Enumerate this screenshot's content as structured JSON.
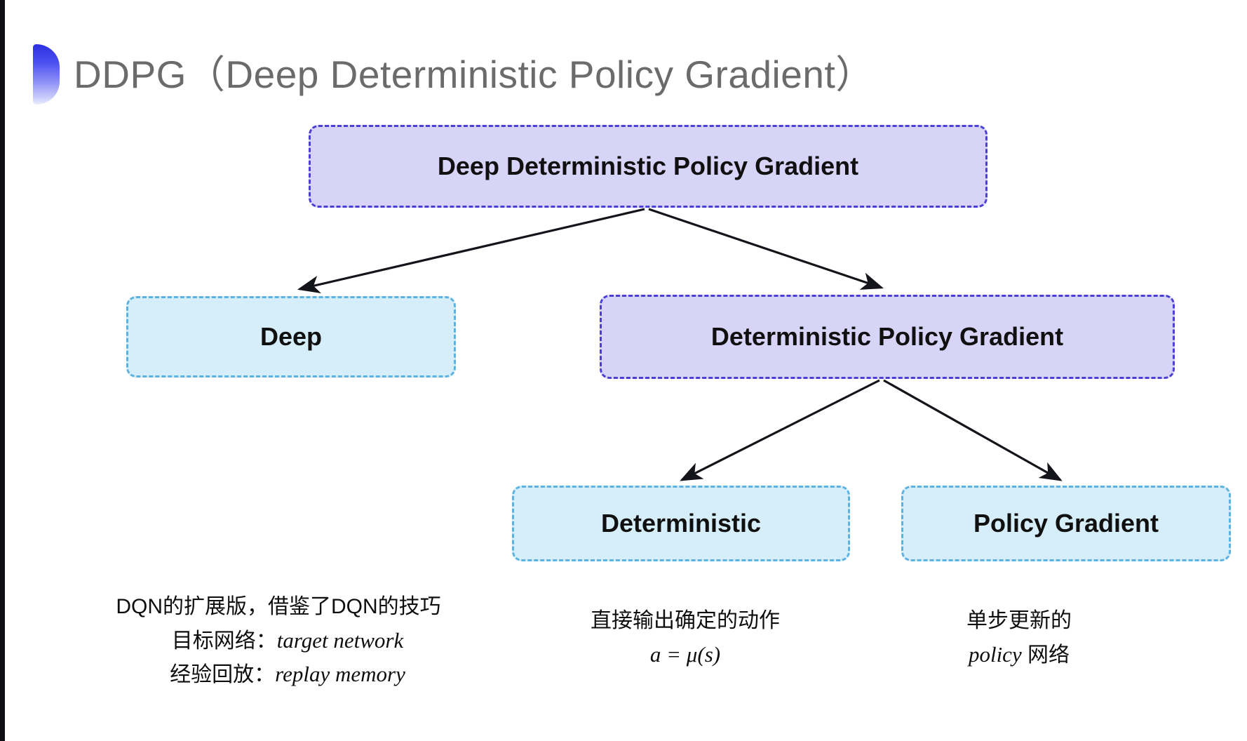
{
  "slide": {
    "title": "DDPG（Deep Deterministic Policy Gradient）",
    "accent_purple_fill": "#d7d4f8",
    "accent_purple_border": "#4b3fd6",
    "accent_blue_fill": "#d5eefa",
    "accent_blue_border": "#5cb3e2",
    "title_color": "#6b6b6b",
    "bullet_gradient_from": "#2b2fe0",
    "bullet_gradient_to": "#eceefe"
  },
  "nodes": {
    "root": "Deep Deterministic Policy Gradient",
    "deep": "Deep",
    "dpg": "Deterministic Policy Gradient",
    "deterministic": "Deterministic",
    "policy_gradient": "Policy Gradient"
  },
  "captions": {
    "deep": {
      "line1": "DQN的扩展版，借鉴了DQN的技巧",
      "line2_label": "目标网络：",
      "line2_value": "target network",
      "line3_label": "经验回放：",
      "line3_value": "replay memory"
    },
    "deterministic": {
      "line1": "直接输出确定的动作",
      "formula": "a = μ(s)"
    },
    "policy_gradient": {
      "line1": "单步更新的",
      "line2_value": "policy",
      "line2_suffix": " 网络"
    }
  },
  "edges": [
    {
      "from": "root",
      "to": "deep"
    },
    {
      "from": "root",
      "to": "dpg"
    },
    {
      "from": "dpg",
      "to": "deterministic"
    },
    {
      "from": "dpg",
      "to": "policy_gradient"
    }
  ]
}
